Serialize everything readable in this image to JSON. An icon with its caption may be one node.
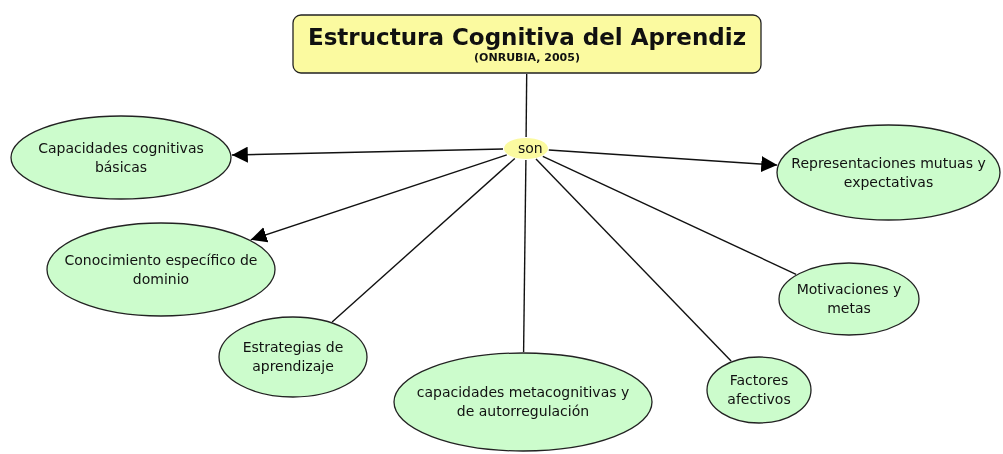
{
  "diagram": {
    "nodes": [
      {
        "text": [
          "Estructura Cognitiva del Aprendiz",
          "(ONRUBIA, 2005)"
        ]
      },
      {
        "text": [
          "son"
        ]
      },
      {
        "text": [
          "Capacidades cognitivas básicas"
        ]
      },
      {
        "text": [
          "Representaciones mutuas y expectativas"
        ]
      },
      {
        "text": [
          "Conocimiento específico de dominio"
        ]
      },
      {
        "text": [
          "Motivaciones y metas"
        ]
      },
      {
        "text": [
          "Estrategias de aprendizaje"
        ]
      },
      {
        "text": [
          "Factores afectivos"
        ]
      },
      {
        "text": [
          "capacidades metacognitivas y de autorregulación"
        ]
      }
    ],
    "edges": [
      {
        "from": 0,
        "to": 1,
        "arrow": "none"
      },
      {
        "from": 1,
        "to": 2,
        "arrow": "to"
      },
      {
        "from": 1,
        "to": 3,
        "arrow": "to"
      },
      {
        "from": 1,
        "to": 4,
        "arrow": "to"
      },
      {
        "from": 1,
        "to": 5,
        "arrow": "none"
      },
      {
        "from": 1,
        "to": 6,
        "arrow": "none"
      },
      {
        "from": 1,
        "to": 7,
        "arrow": "none"
      },
      {
        "from": 1,
        "to": 8,
        "arrow": "none"
      }
    ]
  }
}
